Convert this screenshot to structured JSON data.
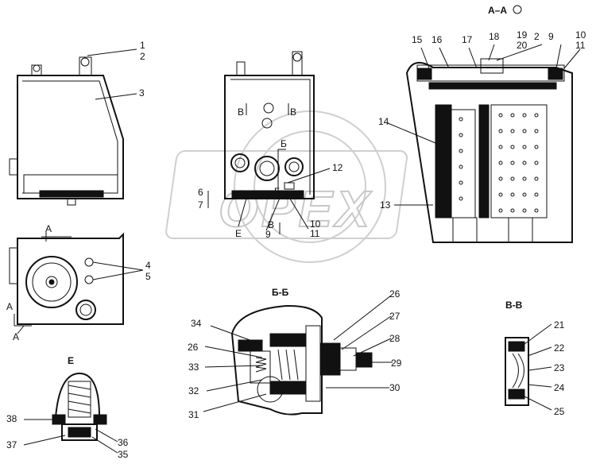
{
  "sections": {
    "aa_title": "A–A",
    "bb_title": "Б-Б",
    "vv_title": "В-В",
    "e_title": "E"
  },
  "markers": {
    "v_left": "В",
    "v_right": "В",
    "b_top": "Б",
    "b_bottom": "Б",
    "v_bottom": "В",
    "e": "E",
    "a_top": "A",
    "a_side": "A",
    "a_bottom": "A"
  },
  "callouts": {
    "c1": "1",
    "c2": "2",
    "c3": "3",
    "c4": "4",
    "c5": "5",
    "c6": "6",
    "c7": "7",
    "c9": "9",
    "c10": "10",
    "c11": "11",
    "c12": "12",
    "c13": "13",
    "c14": "14",
    "c15": "15",
    "c16": "16",
    "c17": "17",
    "c18": "18",
    "c19": "19",
    "c20": "20",
    "c2b": "2",
    "c9b": "9",
    "c10b": "10",
    "c11b": "11",
    "c21": "21",
    "c22": "22",
    "c23": "23",
    "c24": "24",
    "c25": "25",
    "c26": "26",
    "c26b": "26",
    "c27": "27",
    "c28": "28",
    "c29": "29",
    "c30": "30",
    "c31": "31",
    "c32": "32",
    "c33": "33",
    "c34": "34",
    "c35": "35",
    "c36": "36",
    "c37": "37",
    "c38": "38"
  },
  "watermark": {
    "text": "OPEX"
  }
}
